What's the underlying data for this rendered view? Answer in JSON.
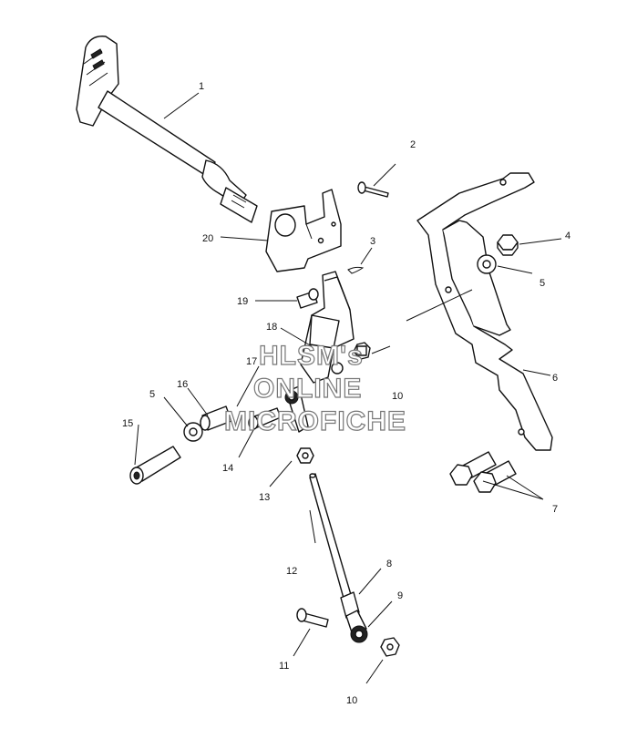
{
  "diagram": {
    "callouts": [
      {
        "id": "c1",
        "label": "1"
      },
      {
        "id": "c2",
        "label": "2"
      },
      {
        "id": "c3",
        "label": "3"
      },
      {
        "id": "c4",
        "label": "4"
      },
      {
        "id": "c5a",
        "label": "5"
      },
      {
        "id": "c5b",
        "label": "5"
      },
      {
        "id": "c6",
        "label": "6"
      },
      {
        "id": "c7",
        "label": "7"
      },
      {
        "id": "c8",
        "label": "8"
      },
      {
        "id": "c9",
        "label": "9"
      },
      {
        "id": "c10a",
        "label": "10"
      },
      {
        "id": "c10b",
        "label": "10"
      },
      {
        "id": "c11",
        "label": "11"
      },
      {
        "id": "c12",
        "label": "12"
      },
      {
        "id": "c13",
        "label": "13"
      },
      {
        "id": "c14",
        "label": "14"
      },
      {
        "id": "c15",
        "label": "15"
      },
      {
        "id": "c16",
        "label": "16"
      },
      {
        "id": "c17",
        "label": "17"
      },
      {
        "id": "c18",
        "label": "18"
      },
      {
        "id": "c19",
        "label": "19"
      },
      {
        "id": "c20",
        "label": "20"
      }
    ],
    "watermark": [
      "HLSM's",
      "ONLINE",
      "MICROFICHE"
    ]
  }
}
